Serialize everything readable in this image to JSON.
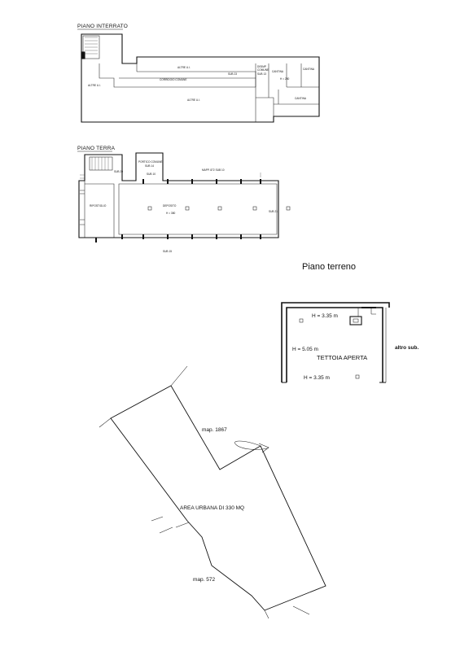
{
  "basement": {
    "title": "PIANO INTERRATO",
    "labels": {
      "altre_ui_left": "ALTRE U.I.",
      "altre_ui_top": "ALTRE U.I.",
      "altre_ui_bottom": "ALTRE U.I.",
      "corridoio_comune": "CORRIDOIO COMUNE",
      "sub_23": "SUB 23",
      "sub_13": "SUB 13",
      "disimp": "DISIMP",
      "comune": "COMUNE",
      "cantina_1": "CANTINA",
      "cantina_2": "CANTINA",
      "cantina_3": "CANTINA",
      "h_value": "H = 280"
    }
  },
  "ground": {
    "title": "PIANO TERRA",
    "labels": {
      "sub_20": "SUB 20",
      "sub_10": "SUB 10",
      "portico_comune": "PORTICO COMUNE",
      "sub_14": "SUB 14",
      "mapp_sub": "MAPP. 872 SUB 10",
      "ripostiglio": "RIPOSTIGLIO",
      "deposito": "DEPOSITO",
      "h_value": "H = 380",
      "sub_21": "SUB 21",
      "sub_15": "SUB 15"
    }
  },
  "terreno": {
    "title": "Piano terreno",
    "h_top": "H = 3.35 m",
    "h_left": "H = 5.05 m",
    "tettoia": "TETTOIA APERTA",
    "h_bottom": "H = 3.35 m",
    "altro_sub": "altro sub."
  },
  "site": {
    "map_top": "map. 1867",
    "area": "AREA URBANA DI 330 MQ",
    "map_bottom": "map. 572"
  }
}
